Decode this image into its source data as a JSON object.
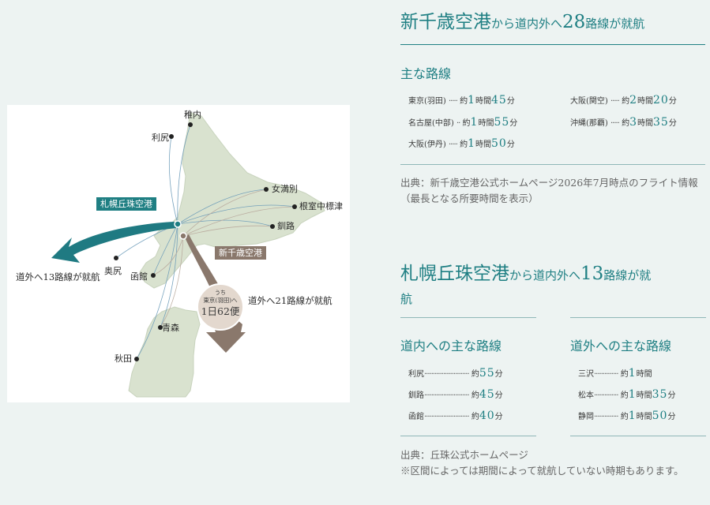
{
  "map": {
    "cities": {
      "wakkanai": "稚内",
      "rishiri": "利尻",
      "memanbetsu": "女満別",
      "nemuro": "根室中標津",
      "kushiro": "釧路",
      "okushiri": "奥尻",
      "hakodate": "函館",
      "aomori": "青森",
      "akita": "秋田"
    },
    "okadama_tag": "札幌丘珠空港",
    "chitose_tag": "新千歳空港",
    "okadama_out": "道外へ13路線が就航",
    "chitose_out": "道外へ21路線が就航",
    "circle": {
      "line1": "うち",
      "line2": "東京(羽田)へ",
      "line3": "1日62便"
    }
  },
  "chitose": {
    "title_big1": "新千歳空港",
    "title_small1": "から道内外へ",
    "title_big2": "28",
    "title_small2": "路線が就航",
    "sub": "主な路線",
    "routes_left": [
      {
        "city": "東京(羽田)",
        "dots": "·····",
        "pre": "約",
        "h": "1",
        "hu": "時間",
        "m": "45",
        "mu": "分"
      },
      {
        "city": "名古屋(中部)",
        "dots": "··",
        "pre": "約",
        "h": "1",
        "hu": "時間",
        "m": "55",
        "mu": "分"
      },
      {
        "city": "大阪(伊丹)",
        "dots": "·····",
        "pre": "約",
        "h": "1",
        "hu": "時間",
        "m": "50",
        "mu": "分"
      }
    ],
    "routes_right": [
      {
        "city": "大阪(関空)",
        "dots": "·····",
        "pre": "約",
        "h": "2",
        "hu": "時間",
        "m": "20",
        "mu": "分"
      },
      {
        "city": "沖縄(那覇)",
        "dots": "·····",
        "pre": "約",
        "h": "3",
        "hu": "時間",
        "m": "35",
        "mu": "分"
      }
    ],
    "note1": "出典：新千歳空港公式ホームページ2026年7月時点のフライト情報",
    "note2": "（最長となる所要時間を表示）"
  },
  "okadama": {
    "title_big1": "札幌丘珠空港",
    "title_small1": "から道内外へ",
    "title_big2": "13",
    "title_small2": "路線が就",
    "title_line2": "航",
    "sub_left": "道内への主な路線",
    "sub_right": "道外への主な路線",
    "routes_left": [
      {
        "city": "利尻",
        "dots": "··························",
        "pre": "約",
        "m": "55",
        "mu": "分"
      },
      {
        "city": "釧路",
        "dots": "··························",
        "pre": "約",
        "m": "45",
        "mu": "分"
      },
      {
        "city": "函館",
        "dots": "··························",
        "pre": "約",
        "m": "40",
        "mu": "分"
      }
    ],
    "routes_right": [
      {
        "city": "三沢",
        "dots": "··············",
        "pre": "約",
        "h": "1",
        "hu": "時間",
        "m": "",
        "mu": ""
      },
      {
        "city": "松本",
        "dots": "··············",
        "pre": "約",
        "h": "1",
        "hu": "時間",
        "m": "35",
        "mu": "分"
      },
      {
        "city": "静岡",
        "dots": "··············",
        "pre": "約",
        "h": "1",
        "hu": "時間",
        "m": "50",
        "mu": "分"
      }
    ],
    "note1": "出典：丘珠公式ホームページ",
    "note2": "※区間によっては期間によって就航していない時期もあります。"
  },
  "colors": {
    "accent": "#1f7f83",
    "land": "#d9e2cf",
    "chitose": "#8a7568"
  }
}
